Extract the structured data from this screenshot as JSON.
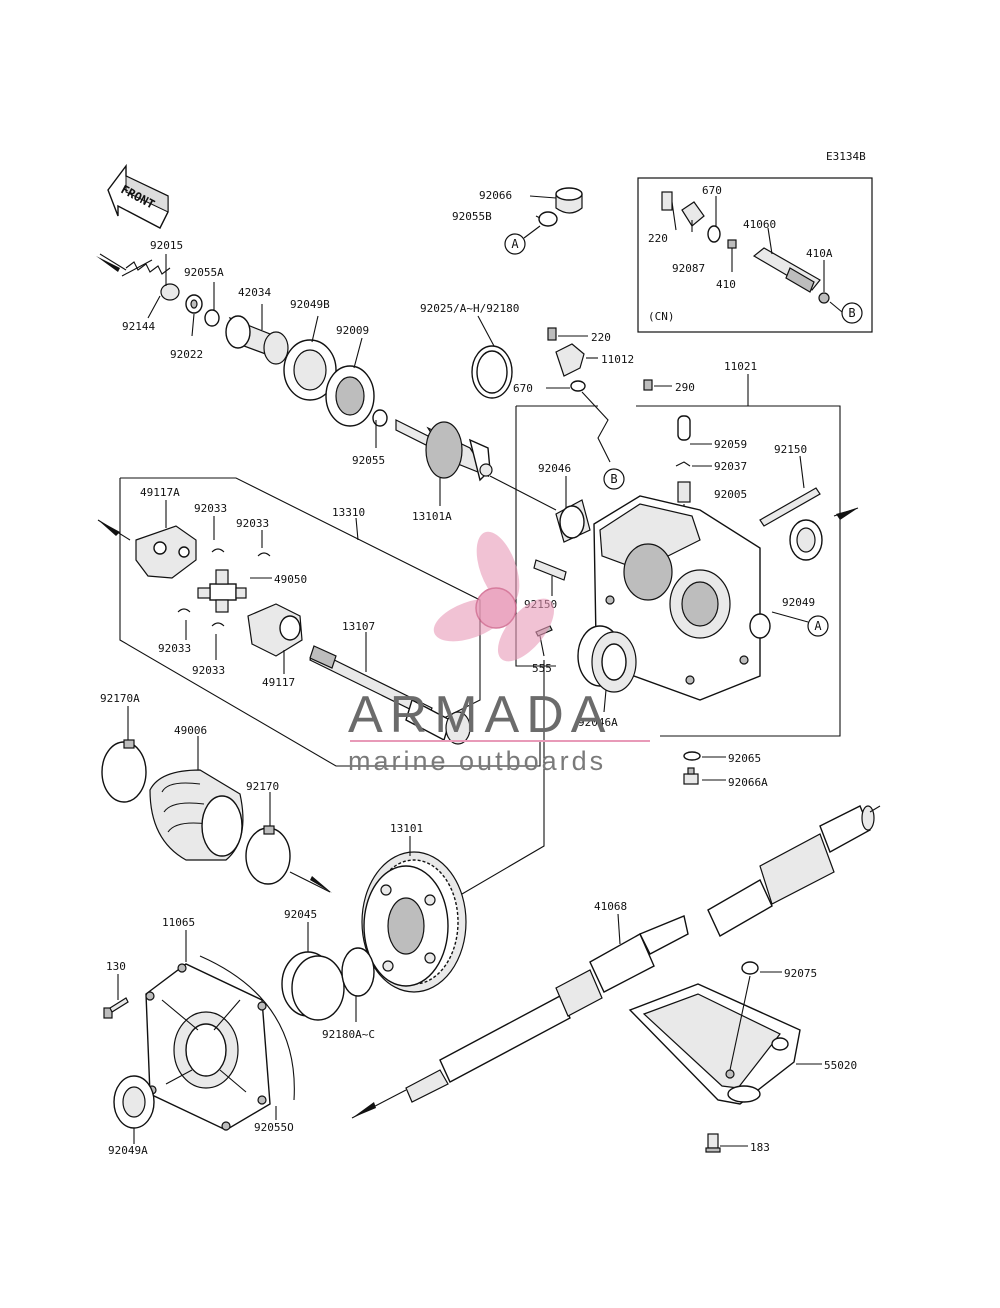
{
  "diagram_code": "E3134B",
  "front_arrow_text": "FRONT",
  "inset_label": "(CN)",
  "callouts": [
    "A",
    "B"
  ],
  "watermark": {
    "brand": "ARMADA",
    "tagline": "marine outboards",
    "logo_color": "#e89ab8"
  },
  "labels": {
    "p92066": "92066",
    "p92055B": "92055B",
    "p92015": "92015",
    "p92055A": "92055A",
    "p92144": "92144",
    "p42034": "42034",
    "p92049B": "92049B",
    "p92022": "92022",
    "p92009": "92009",
    "p92025": "92025/A~H/92180",
    "p220a": "220",
    "p11012": "11012",
    "p670a": "670",
    "p290": "290",
    "p11021": "11021",
    "p92055": "92055",
    "p92046": "92046",
    "p92059": "92059",
    "p92037": "92037",
    "p92150a": "92150",
    "p92005": "92005",
    "p13101A": "13101A",
    "p49117A": "49117A",
    "p92033a": "92033",
    "p92033b": "92033",
    "p13310": "13310",
    "p49050": "49050",
    "p92033c": "92033",
    "p92033d": "92033",
    "p49117": "49117",
    "p13107": "13107",
    "p92150b": "92150",
    "p92049": "92049",
    "p555": "555",
    "p92046A": "92046A",
    "p92065": "92065",
    "p92066A": "92066A",
    "p92170A": "92170A",
    "p49006": "49006",
    "p92170": "92170",
    "p13101": "13101",
    "p41068": "41068",
    "p11065": "11065",
    "p92045": "92045",
    "p130": "130",
    "p92180AC": "92180A~C",
    "p92075": "92075",
    "p55020": "55020",
    "p92049A": "92049A",
    "p92055O": "92055O",
    "p183": "183",
    "p670b": "670",
    "p41060": "41060",
    "p220b": "220",
    "p410A": "410A",
    "p92087": "92087",
    "p410": "410"
  }
}
